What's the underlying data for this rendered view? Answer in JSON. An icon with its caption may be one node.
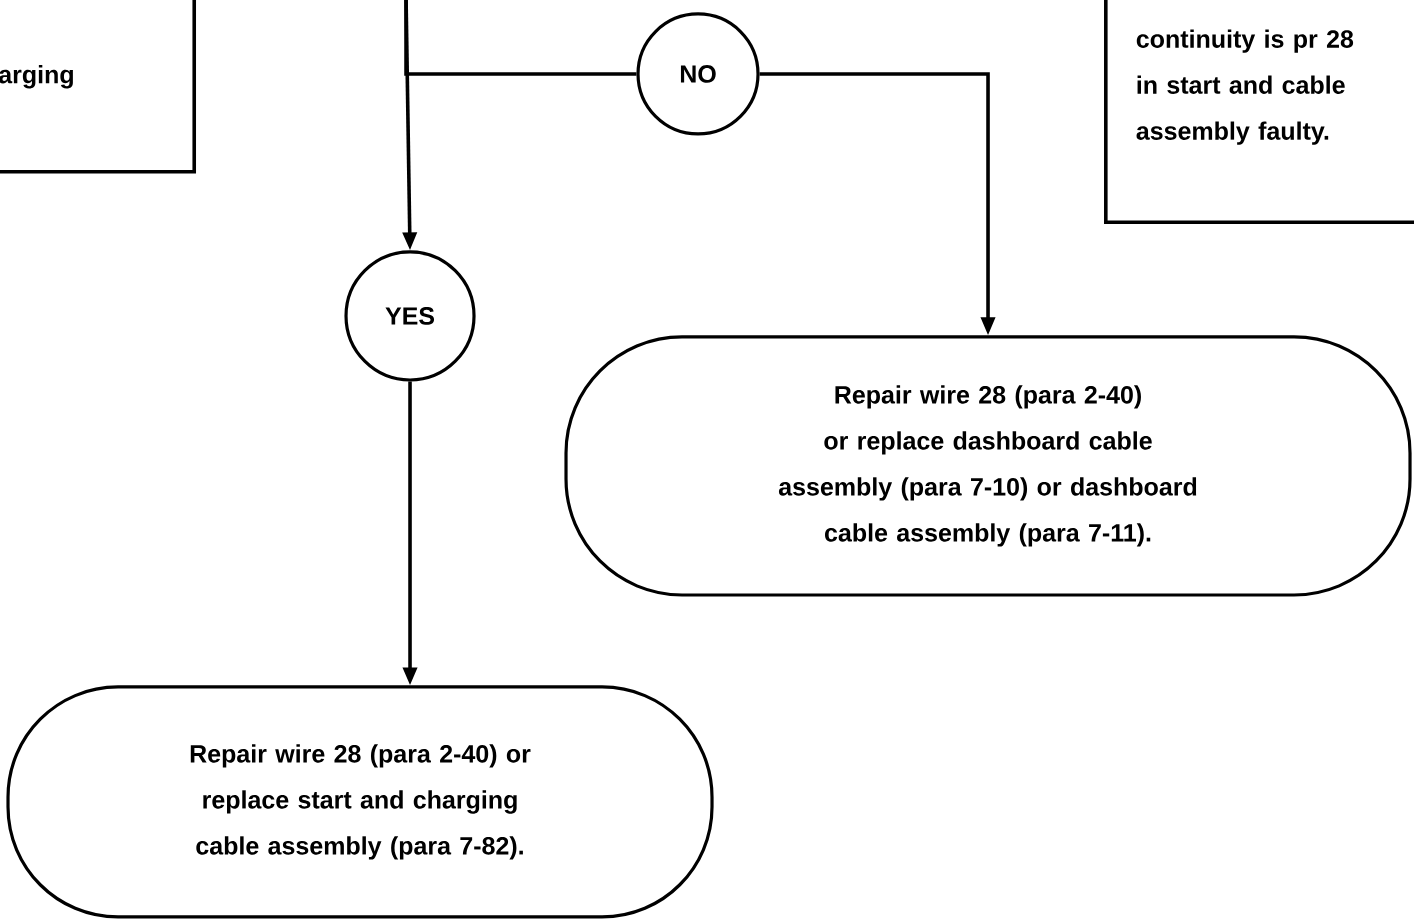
{
  "diagram": {
    "nodes": [
      {
        "text": [
          "arging"
        ]
      },
      {
        "text": [
          "continuity is pr 28 in start and cable assembly faulty."
        ]
      },
      {
        "text": [
          "NO"
        ]
      },
      {
        "text": [
          "YES"
        ]
      },
      {
        "text": [
          "Repair wire 28 (para 2-40) or replace dashboard cable assembly (para 7-10) or dashboard cable assembly (para 7-11)."
        ]
      },
      {
        "text": [
          "Repair wire 28 (para 2-40) or replace start and charging cable assembly (para 7-82)."
        ]
      }
    ],
    "edges": [
      {
        "from": null,
        "to": 3,
        "arrow": "to"
      },
      {
        "from": null,
        "to": 2,
        "arrow": "none"
      },
      {
        "from": 2,
        "to": 4,
        "arrow": "to"
      },
      {
        "from": 3,
        "to": 5,
        "arrow": "to"
      }
    ]
  }
}
